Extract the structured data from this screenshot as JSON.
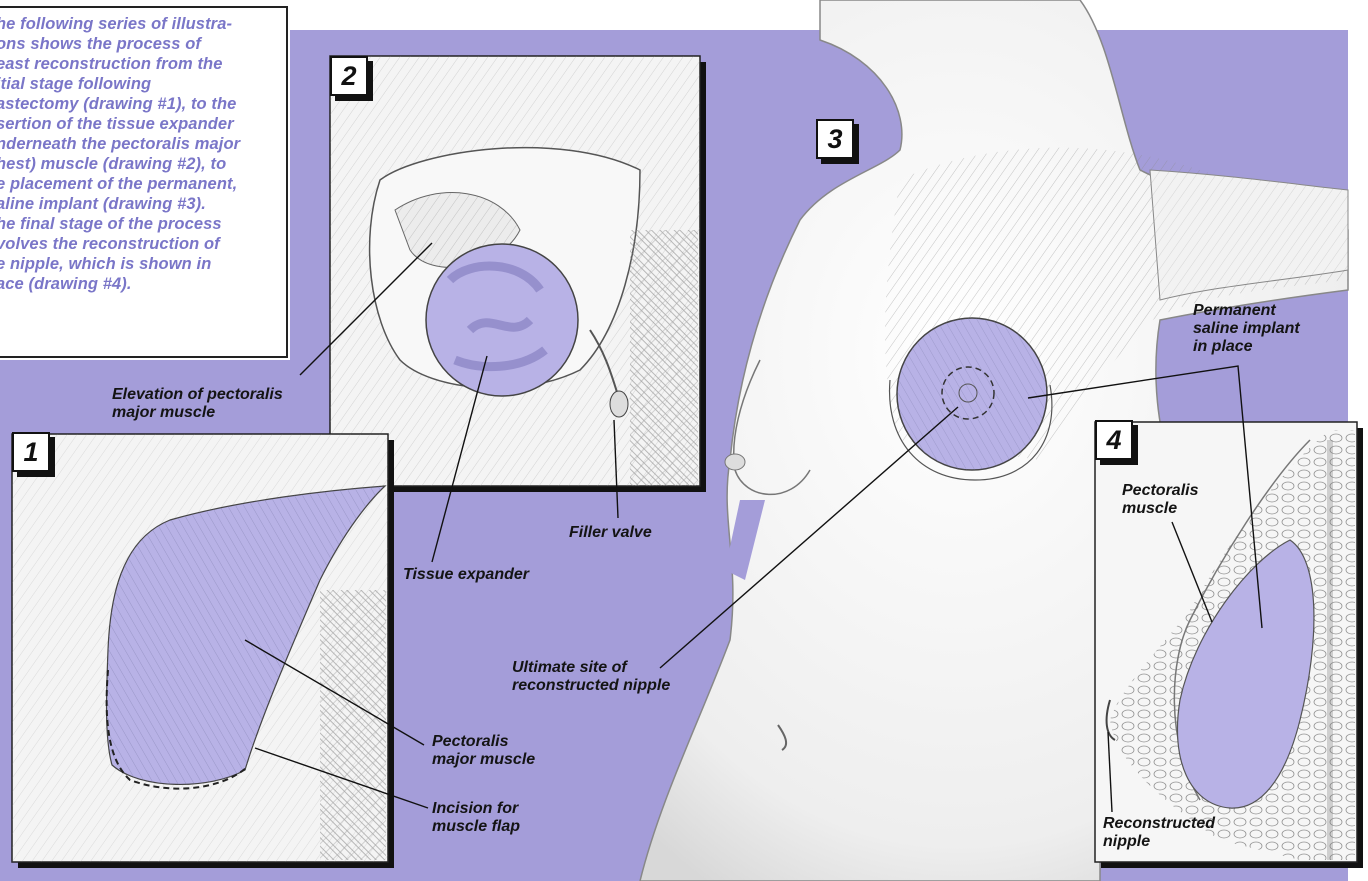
{
  "intro_text": "he following series of illustra-\nons shows the process of\neast reconstruction from the\nitial stage following\nastectomy (drawing #1), to the\nsertion of the tissue expander\nnderneath the pectoralis major\nhest) muscle (drawing #2), to\ne placement of the permanent,\naline implant (drawing #3).\nhe final stage of the process\nvolves the reconstruction of\ne nipple, which is shown in\nace (drawing #4).",
  "panels": {
    "p1": "1",
    "p2": "2",
    "p3": "3",
    "p4": "4"
  },
  "labels": {
    "elevation": "Elevation of pectoralis\nmajor muscle",
    "tissue_expander": "Tissue expander",
    "filler_valve": "Filler valve",
    "pectoralis_major": "Pectoralis\nmajor muscle",
    "incision": "Incision for\nmuscle flap",
    "ultimate_site": "Ultimate site of\nreconstructed nipple",
    "permanent_implant": "Permanent\nsaline implant\nin place",
    "pectoralis_muscle": "Pectoralis\nmuscle",
    "reconstructed_nipple": "Reconstructed\nnipple"
  },
  "colors": {
    "background_lavender": "#a49dd9",
    "highlight_lavender": "#b8b2e6",
    "intro_text": "#7a76c8",
    "line_art": "#5a5a5a"
  }
}
